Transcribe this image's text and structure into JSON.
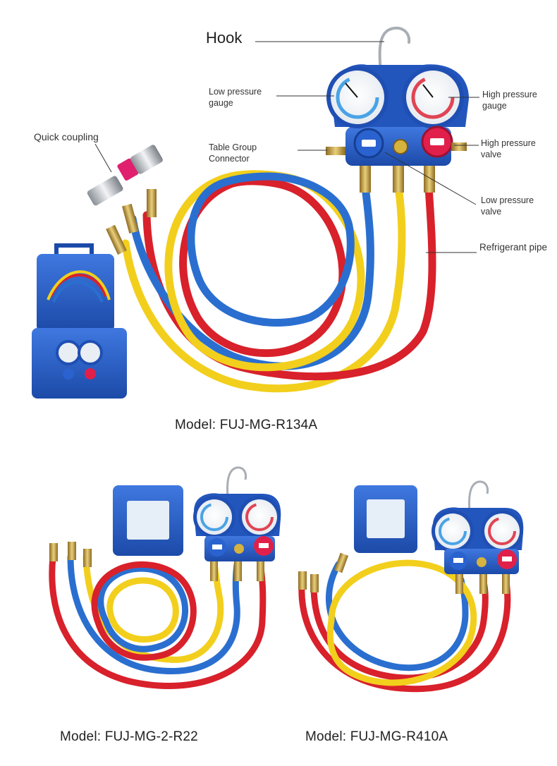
{
  "callouts": {
    "hook": "Hook",
    "low_pressure_gauge": "Low pressure gauge",
    "high_pressure_gauge": "High pressure gauge",
    "quick_coupling": "Quick coupling",
    "table_group_connector": "Table Group Connector",
    "high_pressure_valve": "High pressure valve",
    "low_pressure_valve": "Low pressure valve",
    "refrigerant_pipe": "Refrigerant pipe"
  },
  "models": {
    "top": "Model: FUJ-MG-R134A",
    "bottom_left": "Model: FUJ-MG-2-R22",
    "bottom_right": "Model: FUJ-MG-R410A"
  },
  "colors": {
    "hose_blue": "#2a6fd0",
    "hose_yellow": "#f2cf1c",
    "hose_red": "#d8212b",
    "manifold_blue": "#1f4fb3",
    "valve_red": "#e0204a",
    "brass": "#c9a34a"
  }
}
